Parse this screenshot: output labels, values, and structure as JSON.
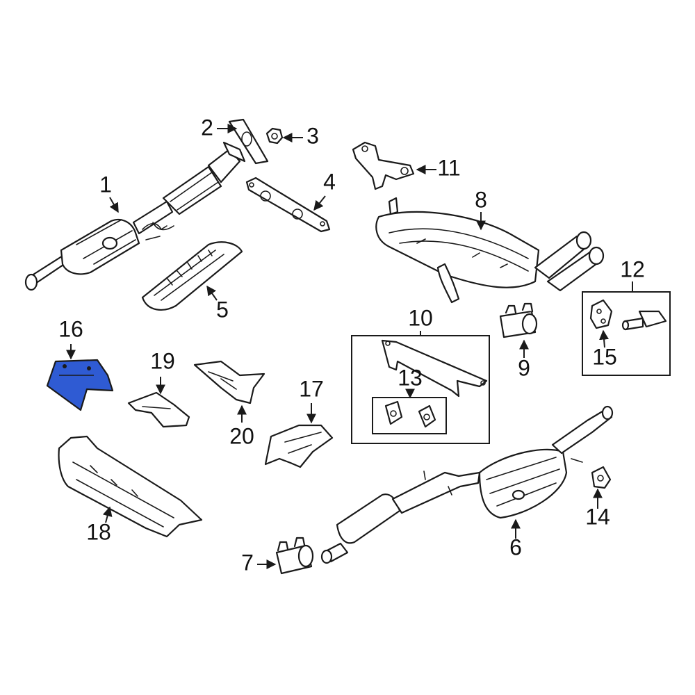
{
  "highlight_color": "#2f5bd3",
  "highlighted_part": "16",
  "callouts": {
    "c1": "1",
    "c2": "2",
    "c3": "3",
    "c4": "4",
    "c5": "5",
    "c6": "6",
    "c7": "7",
    "c8": "8",
    "c9": "9",
    "c10": "10",
    "c11": "11",
    "c12": "12",
    "c13": "13",
    "c14": "14",
    "c15": "15",
    "c16": "16",
    "c17": "17",
    "c18": "18",
    "c19": "19",
    "c20": "20"
  }
}
